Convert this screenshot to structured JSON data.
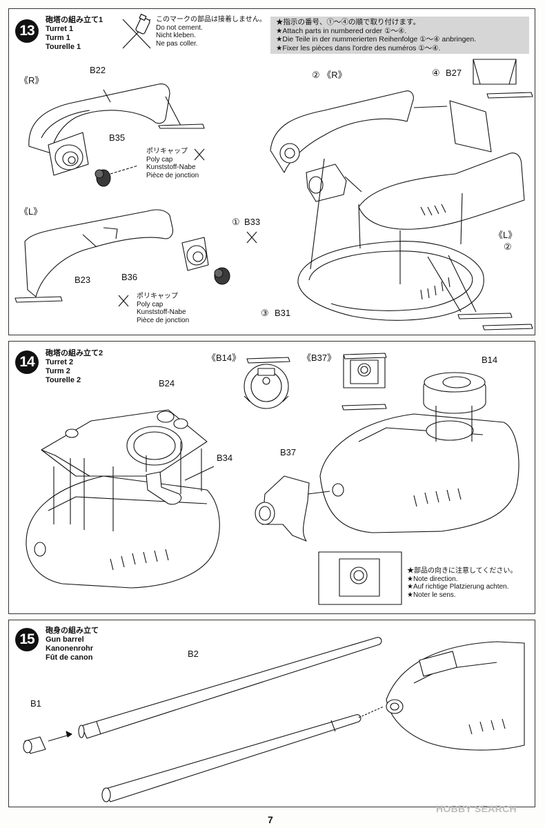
{
  "steps": [
    {
      "number": "13",
      "title": [
        "砲塔の組み立て1",
        "Turret 1",
        "Turm 1",
        "Tourelle 1"
      ],
      "cement_note": [
        "このマークの部品は接着しません。",
        "Do not cement.",
        "Nicht kleben.",
        "Ne pas coller."
      ],
      "order_note": [
        "★指示の番号、①～④の順で取り付けます。",
        "★Attach parts in numbered order ①～④.",
        "★Die Teile in der nummerierten Reihenfolge ①～④ anbringen.",
        "★Fixer les pièces dans l'ordre des numéros ①～④."
      ],
      "view_r": "《R》",
      "view_l": "《L》",
      "parts": {
        "b22": "B22",
        "b35": "B35",
        "b23": "B23",
        "b36": "B36",
        "b33": "B33",
        "b31": "B31",
        "b27": "B27"
      },
      "order_marks": {
        "m1": "①",
        "m2_r": "② 《R》",
        "m3": "③",
        "m4": "④",
        "m2_l": "②",
        "l_label": "《L》"
      },
      "polycap_1": [
        "ポリキャップ",
        "Poly cap",
        "Kunststoff-Nabe",
        "Pièce de jonction"
      ],
      "polycap_2": [
        "ポリキャップ",
        "Poly cap",
        "Kunststoff-Nabe",
        "Pièce de jonction"
      ]
    },
    {
      "number": "14",
      "title": [
        "砲塔の組み立て2",
        "Turret 2",
        "Turm 2",
        "Tourelle 2"
      ],
      "parts": {
        "b24": "B24",
        "b34": "B34",
        "b37": "B37",
        "b14": "B14"
      },
      "insets": {
        "b14": "《B14》",
        "b37": "《B37》"
      },
      "direction_note": [
        "★部品の向きに注意してください。",
        "★Note direction.",
        "★Auf richtige Platzierung achten.",
        "★Noter le sens."
      ]
    },
    {
      "number": "15",
      "title": [
        "砲身の組み立て",
        "Gun barrel",
        "Kanonenrohr",
        "Fût de canon"
      ],
      "parts": {
        "b1": "B1",
        "b2": "B2"
      }
    }
  ],
  "page_number": "7",
  "watermark": "HOBBY SEARCH",
  "colors": {
    "ink": "#111111",
    "notice_bg": "#d6d6d6",
    "part_fill": "#ffffff",
    "polycap": "#3a3a3a"
  }
}
